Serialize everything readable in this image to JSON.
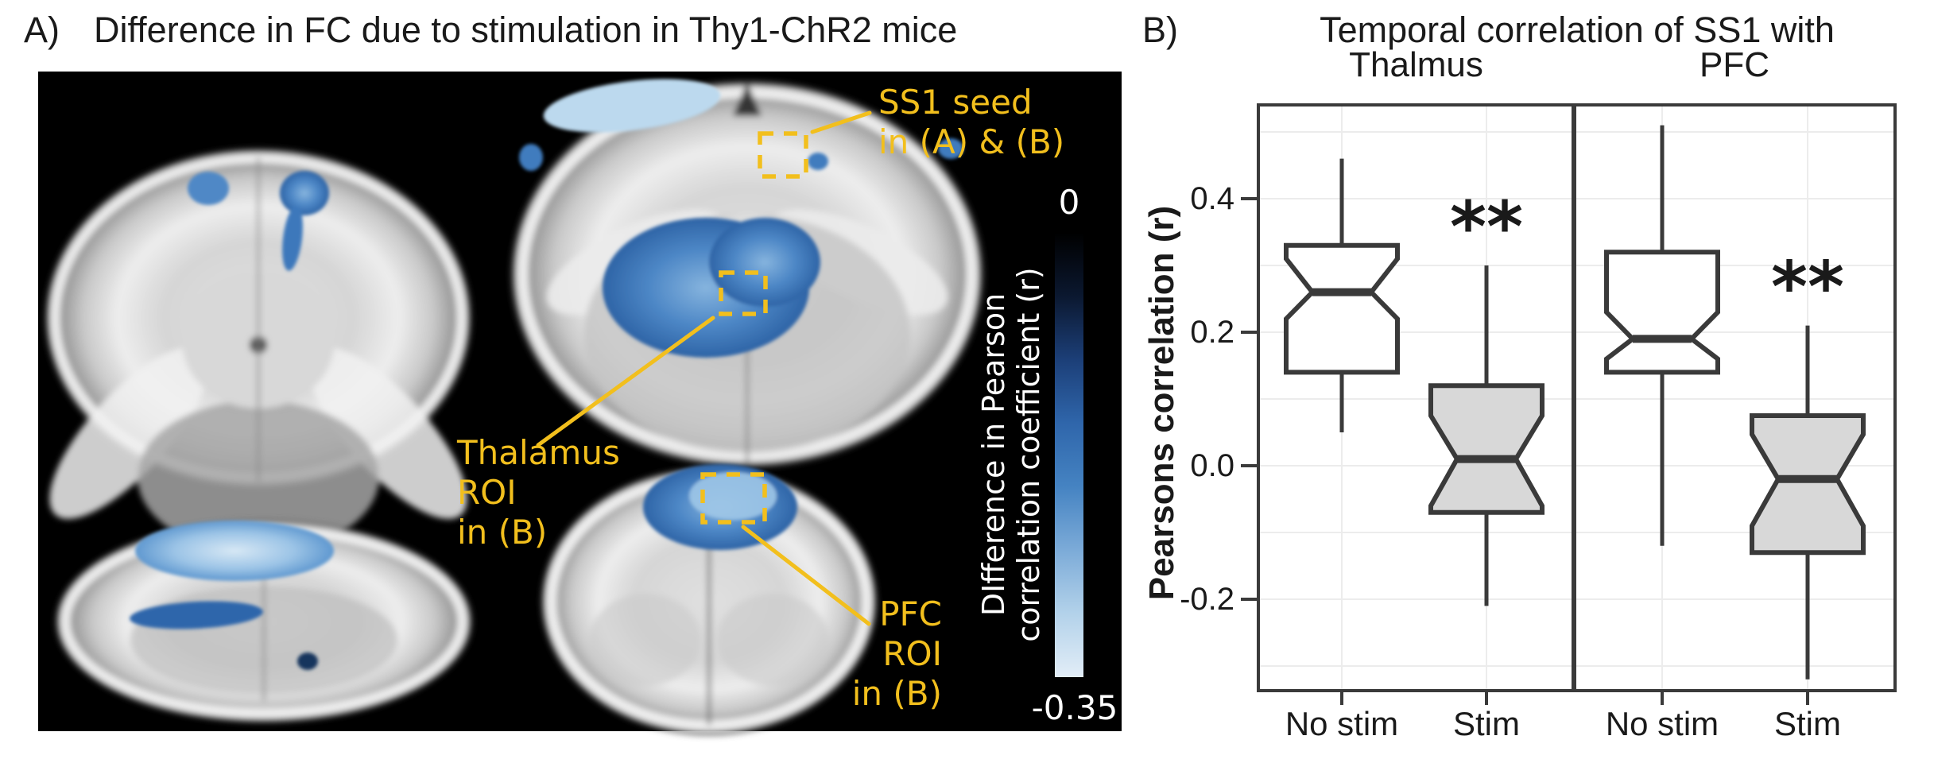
{
  "panel_a": {
    "label": "A)",
    "title": "Difference in FC due to stimulation in Thy1-ChR2 mice",
    "annotations": {
      "ss1_seed": [
        "SS1 seed",
        "in (A) & (B)"
      ],
      "thalamus_roi": [
        "Thalamus",
        "ROI",
        "in (B)"
      ],
      "pfc_roi": [
        "PFC",
        "ROI",
        "in (B)"
      ]
    },
    "colorbar": {
      "max_label": "0",
      "min_label": "-0.35",
      "axis_label": [
        "DIfference in Pearson",
        "correlation coefficient (r)"
      ],
      "gradient": [
        "#000000",
        "#0b1830",
        "#1c3f78",
        "#2f66ab",
        "#4583c2",
        "#7cabd8",
        "#b3d2ea",
        "#e2edf7"
      ]
    },
    "colors": {
      "annotation_accent": "#F2BF1D",
      "overlay_blue": "#3C7EC0",
      "overlay_light_blue": "#BCD9EE",
      "overlay_navy": "#16355D",
      "background": "#000000"
    }
  },
  "panel_b": {
    "label": "B)"
  },
  "chart_data": {
    "type": "boxplot",
    "title": "Temporal correlation of SS1 with",
    "ylabel": "Pearsons correlation (r)",
    "ylim": [
      -0.34,
      0.54
    ],
    "yticks": [
      {
        "label": "0.4",
        "value": 0.4
      },
      {
        "label": "0.2",
        "value": 0.2
      },
      {
        "label": "0.0",
        "value": 0.0
      },
      {
        "label": "-0.2",
        "value": -0.2
      }
    ],
    "grid_values": [
      0.5,
      0.4,
      0.3,
      0.2,
      0.1,
      0.0,
      -0.1,
      -0.2,
      -0.3
    ],
    "legend_position": "none",
    "grid": true,
    "groups": [
      {
        "name": "Thalmus",
        "boxes": [
          {
            "category": "No stim",
            "fill": "#FFFFFF",
            "whisker_low": 0.05,
            "q1": 0.14,
            "median": 0.26,
            "q3": 0.33,
            "whisker_high": 0.46,
            "notch_low": 0.22,
            "notch_high": 0.31,
            "significance": null
          },
          {
            "category": "Stim",
            "fill": "#D8D8D8",
            "whisker_low": -0.21,
            "q1": -0.07,
            "median": 0.01,
            "q3": 0.12,
            "whisker_high": 0.3,
            "notch_low": -0.06,
            "notch_high": 0.075,
            "significance": "**"
          }
        ]
      },
      {
        "name": "PFC",
        "boxes": [
          {
            "category": "No stim",
            "fill": "#FFFFFF",
            "whisker_low": -0.12,
            "q1": 0.14,
            "median": 0.19,
            "q3": 0.32,
            "whisker_low_note": "",
            "whisker_high": 0.51,
            "notch_low": 0.16,
            "notch_high": 0.23,
            "significance": null
          },
          {
            "category": "Stim",
            "fill": "#D8D8D8",
            "whisker_low": -0.32,
            "q1": -0.13,
            "median": -0.02,
            "q3": 0.075,
            "whisker_high": 0.21,
            "notch_low": -0.09,
            "notch_high": 0.047,
            "significance": "**"
          }
        ]
      }
    ],
    "colors": {
      "box_border": "#3A3A3A",
      "gridline": "#ECECEC",
      "frame": "#3A3A3A",
      "text": "#1A1A1A"
    }
  }
}
